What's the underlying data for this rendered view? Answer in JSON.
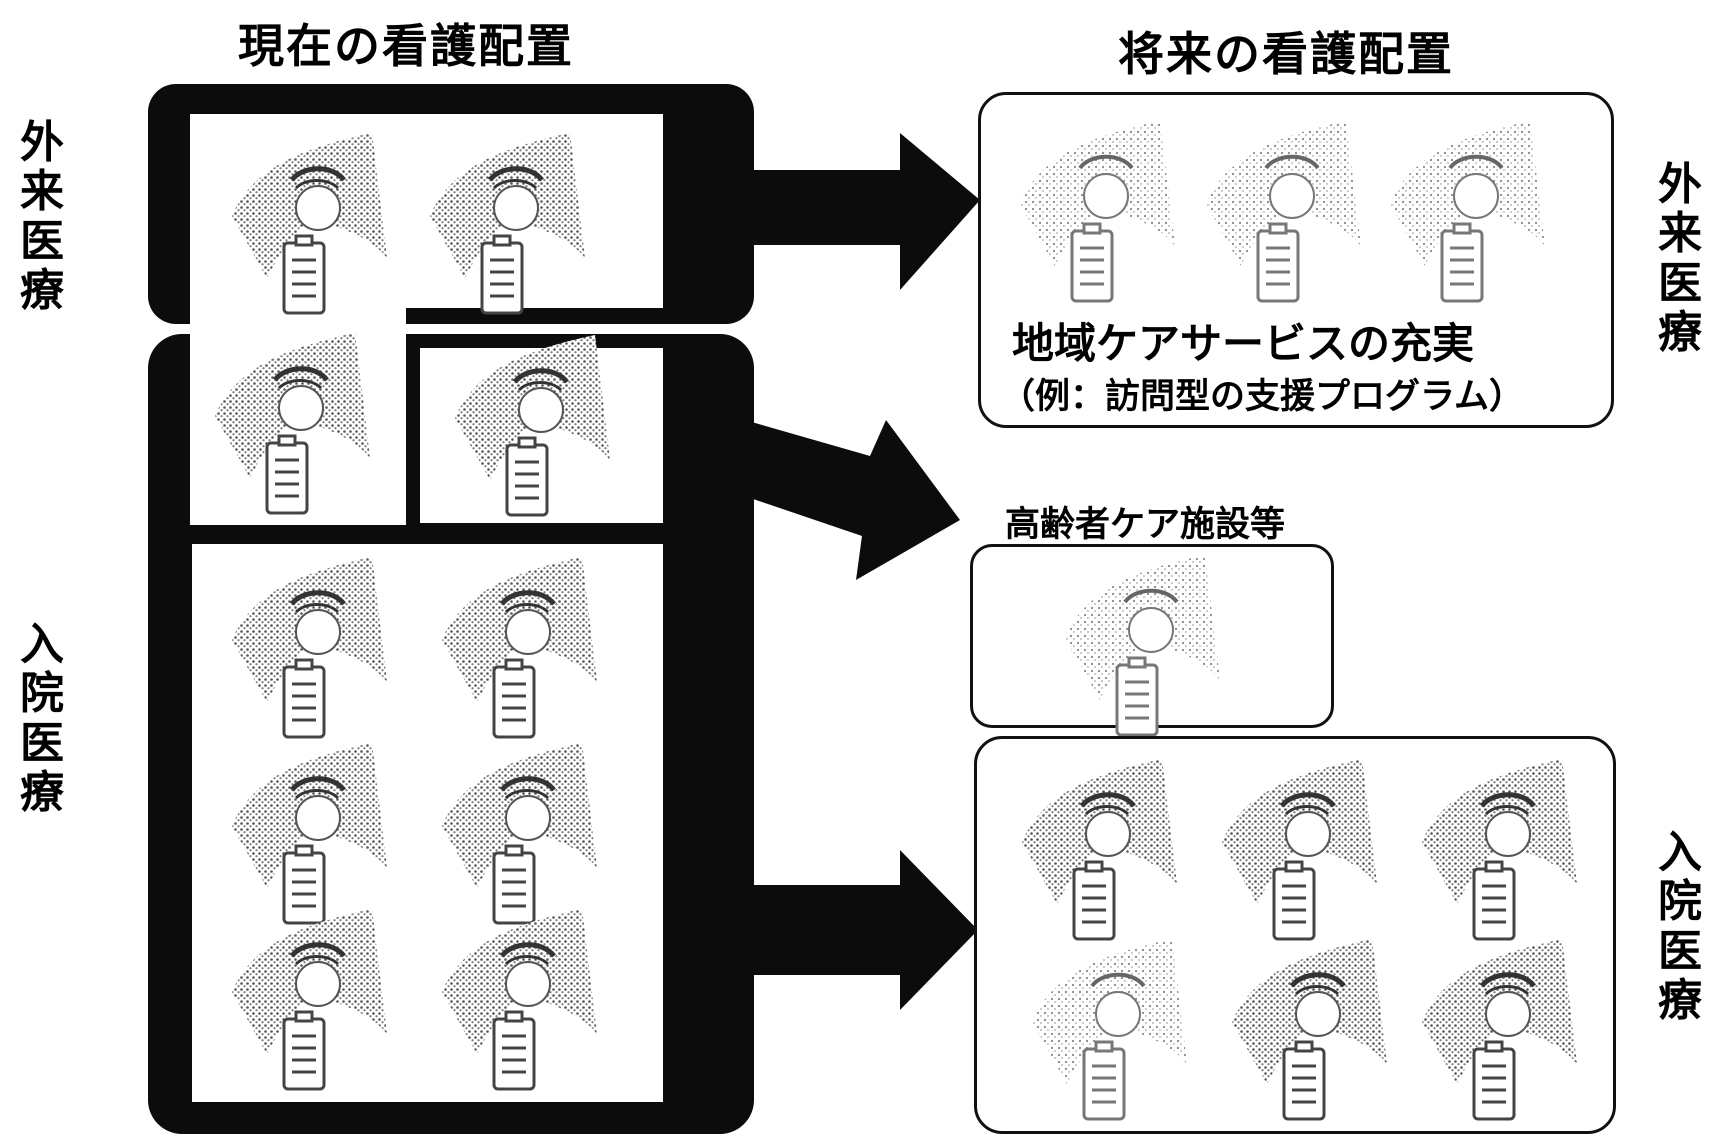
{
  "headings": {
    "current": "現在の看護配置",
    "future": "将来の看護配置"
  },
  "side_labels": {
    "left_outpatient": [
      "外",
      "来",
      "医",
      "療"
    ],
    "left_inpatient": [
      "入",
      "院",
      "医",
      "療"
    ],
    "right_outpatient": [
      "外",
      "来",
      "医",
      "療"
    ],
    "right_inpatient": [
      "入",
      "院",
      "医",
      "療"
    ]
  },
  "future_outpatient": {
    "line1": "地域ケアサービスの充実",
    "line2": "（例：訪問型の支援プログラム）"
  },
  "elderly_care": {
    "label": "高齢者ケア施設等"
  },
  "icons": {
    "nurse": "nurse-icon"
  }
}
